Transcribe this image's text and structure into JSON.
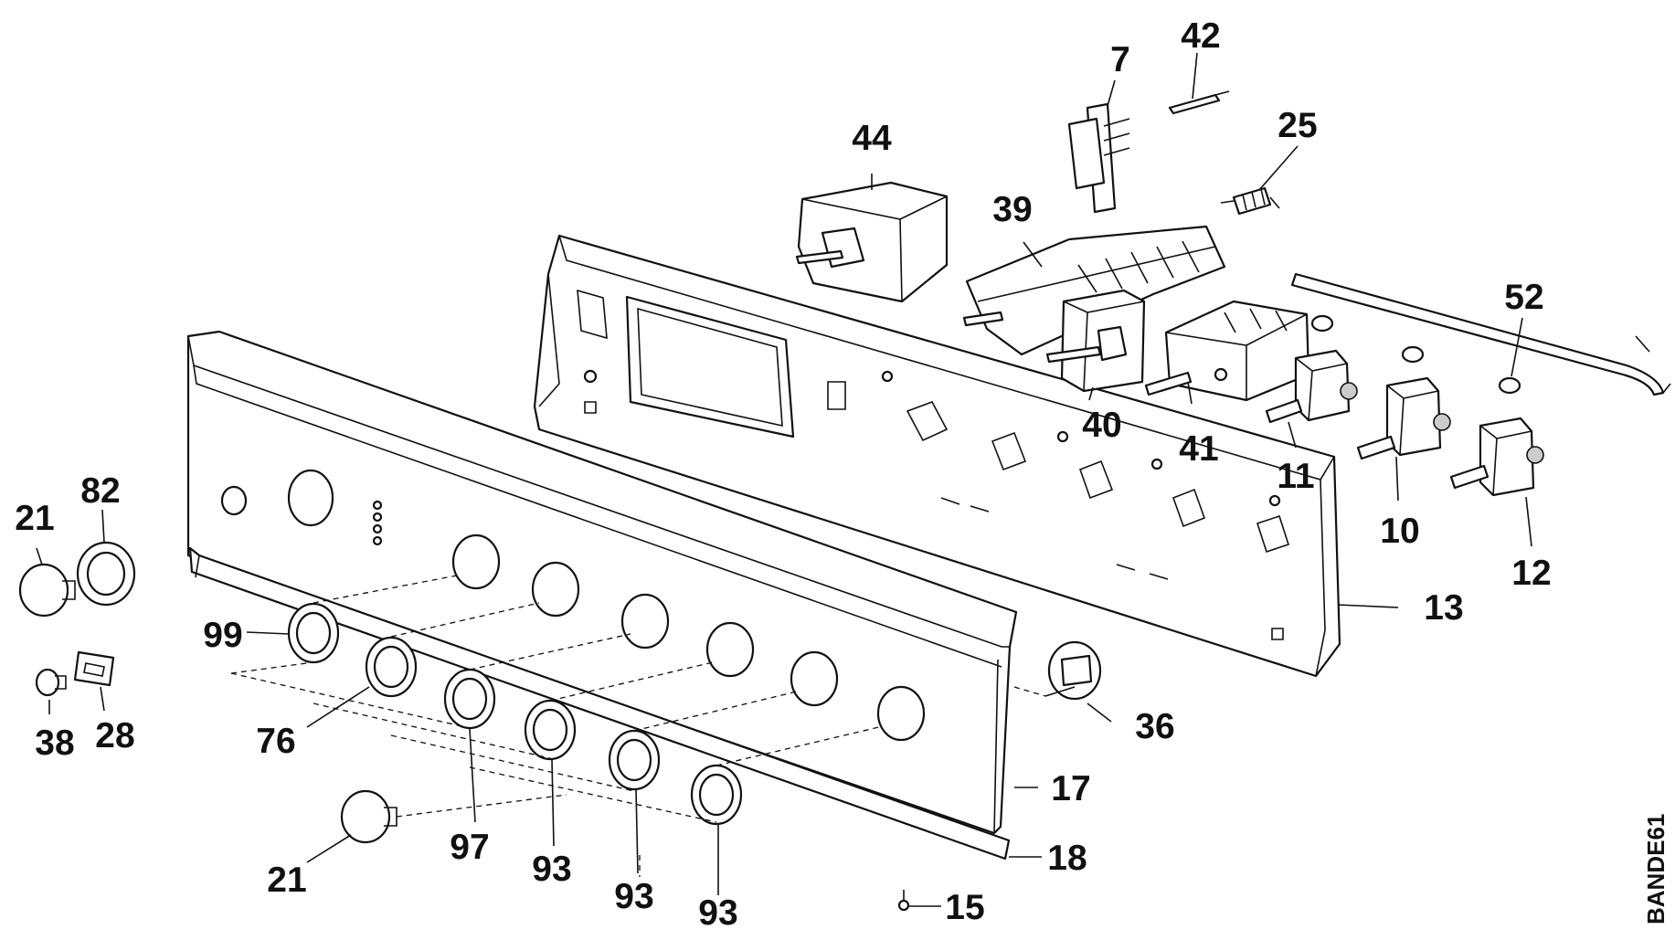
{
  "labels": {
    "p7": "7",
    "p10": "10",
    "p11": "11",
    "p12": "12",
    "p13": "13",
    "p15": "15",
    "p17": "17",
    "p18": "18",
    "p21a": "21",
    "p21b": "21",
    "p25": "25",
    "p28": "28",
    "p36": "36",
    "p38": "38",
    "p39": "39",
    "p40": "40",
    "p41": "41",
    "p42": "42",
    "p44": "44",
    "p52": "52",
    "p76": "76",
    "p82": "82",
    "p93a": "93",
    "p93b": "93",
    "p93c": "93",
    "p97": "97",
    "p99": "99"
  },
  "drawing_code": "BANDE61"
}
